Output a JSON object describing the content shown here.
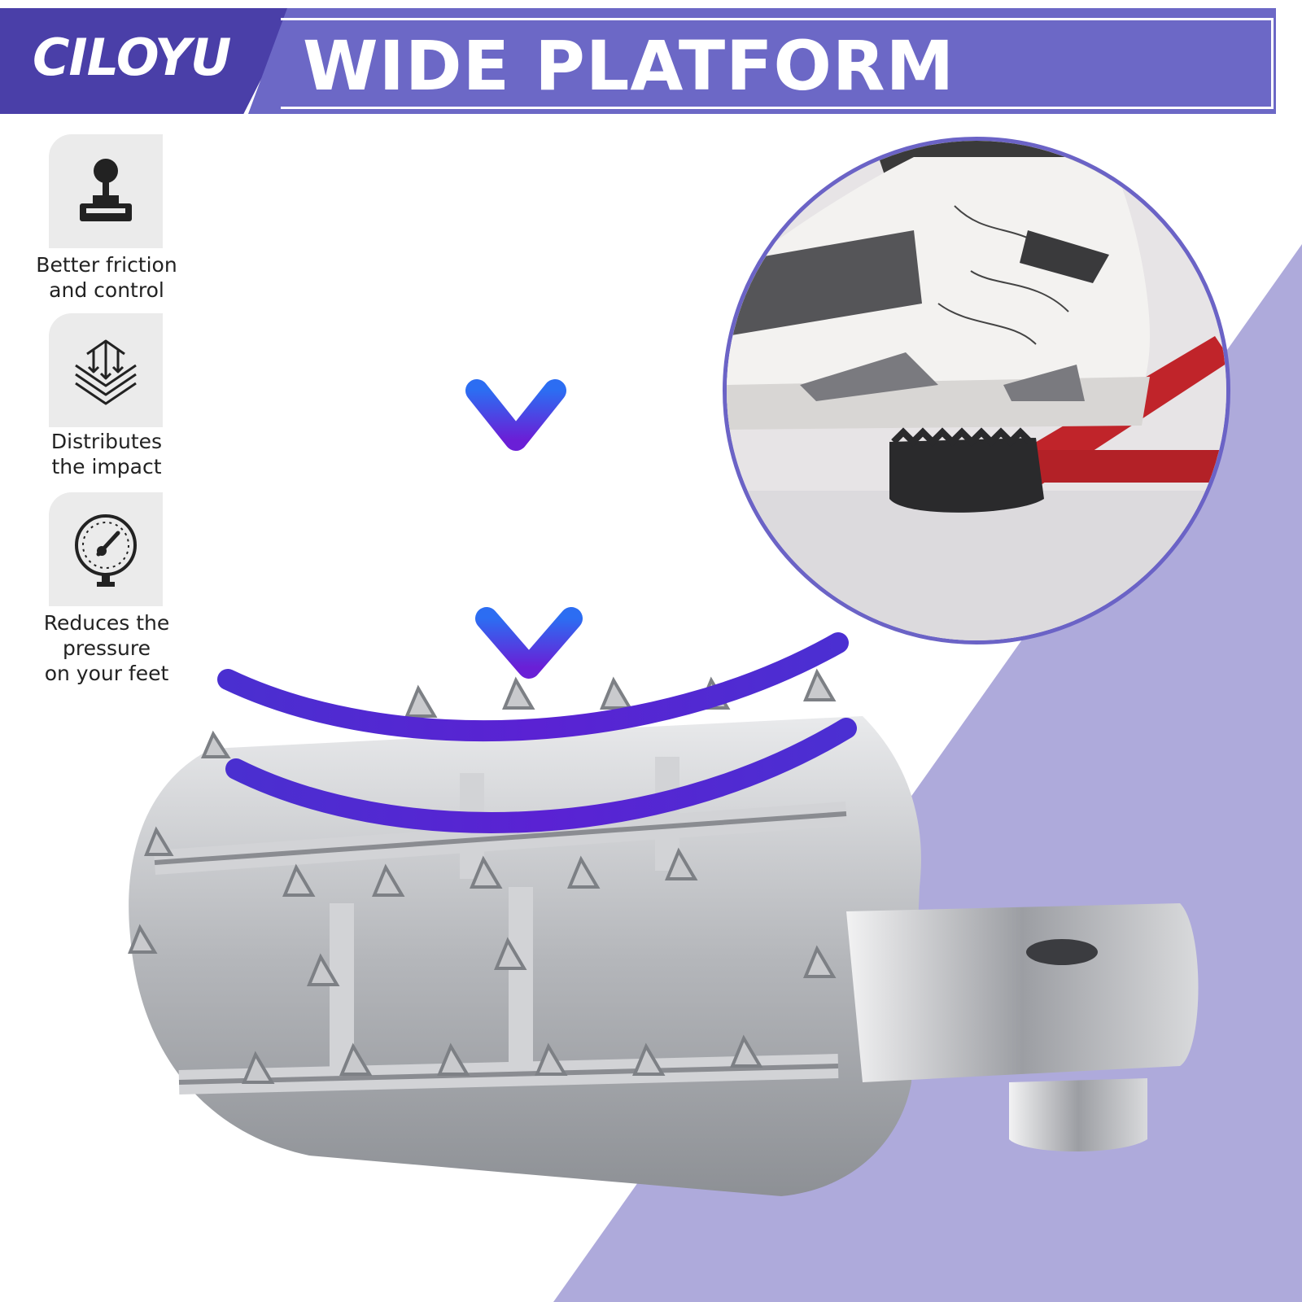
{
  "header": {
    "brand": "CILOYU",
    "title": "WIDE PLATFORM"
  },
  "features": [
    {
      "icon": "joystick-icon",
      "label_line1": "Better friction",
      "label_line2": "and control",
      "label_line3": ""
    },
    {
      "icon": "layers-arrows-icon",
      "label_line1": "Distributes",
      "label_line2": "the impact",
      "label_line3": ""
    },
    {
      "icon": "pressure-gauge-icon",
      "label_line1": "Reduces the",
      "label_line2": "pressure",
      "label_line3": "on your feet"
    }
  ],
  "colors": {
    "brand_bg": "#4a3fa8",
    "title_bg": "#6c68c6",
    "band": "#aeaadb",
    "arrow_top": "#2c6df2",
    "arrow_bottom": "#6a1fd6",
    "circle_border": "#6b63c6"
  }
}
